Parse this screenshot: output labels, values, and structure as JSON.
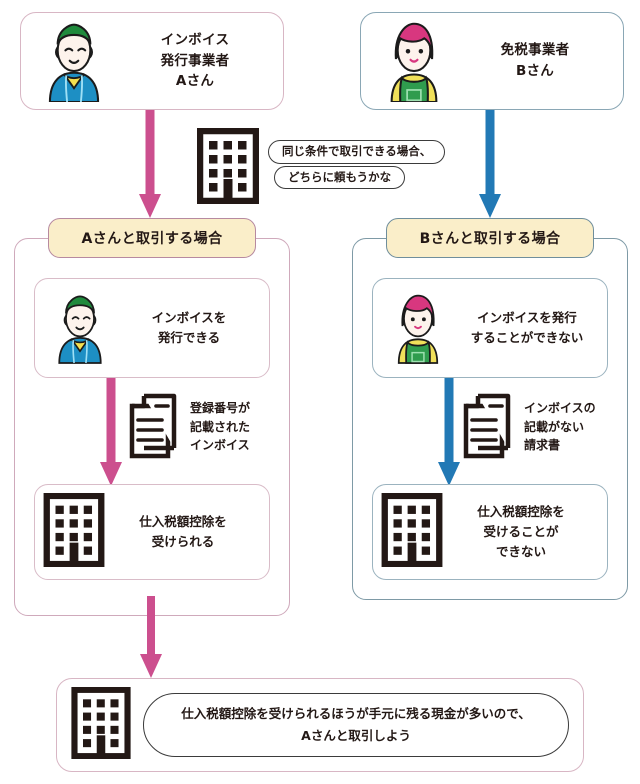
{
  "diagram": {
    "top": {
      "person_a": {
        "label": "インボイス\n発行事業者\nAさん",
        "avatar_icon": "person-green-hair-blue-jacket-icon"
      },
      "person_b": {
        "label": "免税事業者\nBさん",
        "avatar_icon": "person-pink-hair-green-apron-icon"
      },
      "company_icon": "building-icon",
      "thought": {
        "line1": "同じ条件で取引できる場合、",
        "line2": "どちらに頼もうかな"
      }
    },
    "left_column": {
      "heading": "Aさんと取引する場合",
      "step1": {
        "text": "インボイスを\n発行できる",
        "avatar_icon": "person-green-hair-blue-jacket-icon"
      },
      "document": {
        "icon": "documents-icon",
        "label": "登録番号が\n記載された\nインボイス"
      },
      "step2": {
        "text": "仕入税額控除を\n受けられる",
        "icon": "building-icon"
      }
    },
    "right_column": {
      "heading": "Bさんと取引する場合",
      "step1": {
        "text": "インボイスを発行\nすることができない",
        "avatar_icon": "person-pink-hair-green-apron-icon"
      },
      "document": {
        "icon": "documents-icon",
        "label": "インボイスの\n記載がない\n請求書"
      },
      "step2": {
        "text": "仕入税額控除を\n受けることが\nできない",
        "icon": "building-icon"
      }
    },
    "conclusion": {
      "icon": "building-icon",
      "text": "仕入税額控除を受けられるほうが手元に残る現金が多いので、\nAさんと取引しよう"
    },
    "colors": {
      "pink_arrow": "#cc4f8e",
      "blue_arrow": "#2279b5",
      "chip_fill": "#faeec9",
      "left_border": "#cfa9bb",
      "right_border": "#7e9aa6",
      "icon_dark": "#231815"
    }
  }
}
